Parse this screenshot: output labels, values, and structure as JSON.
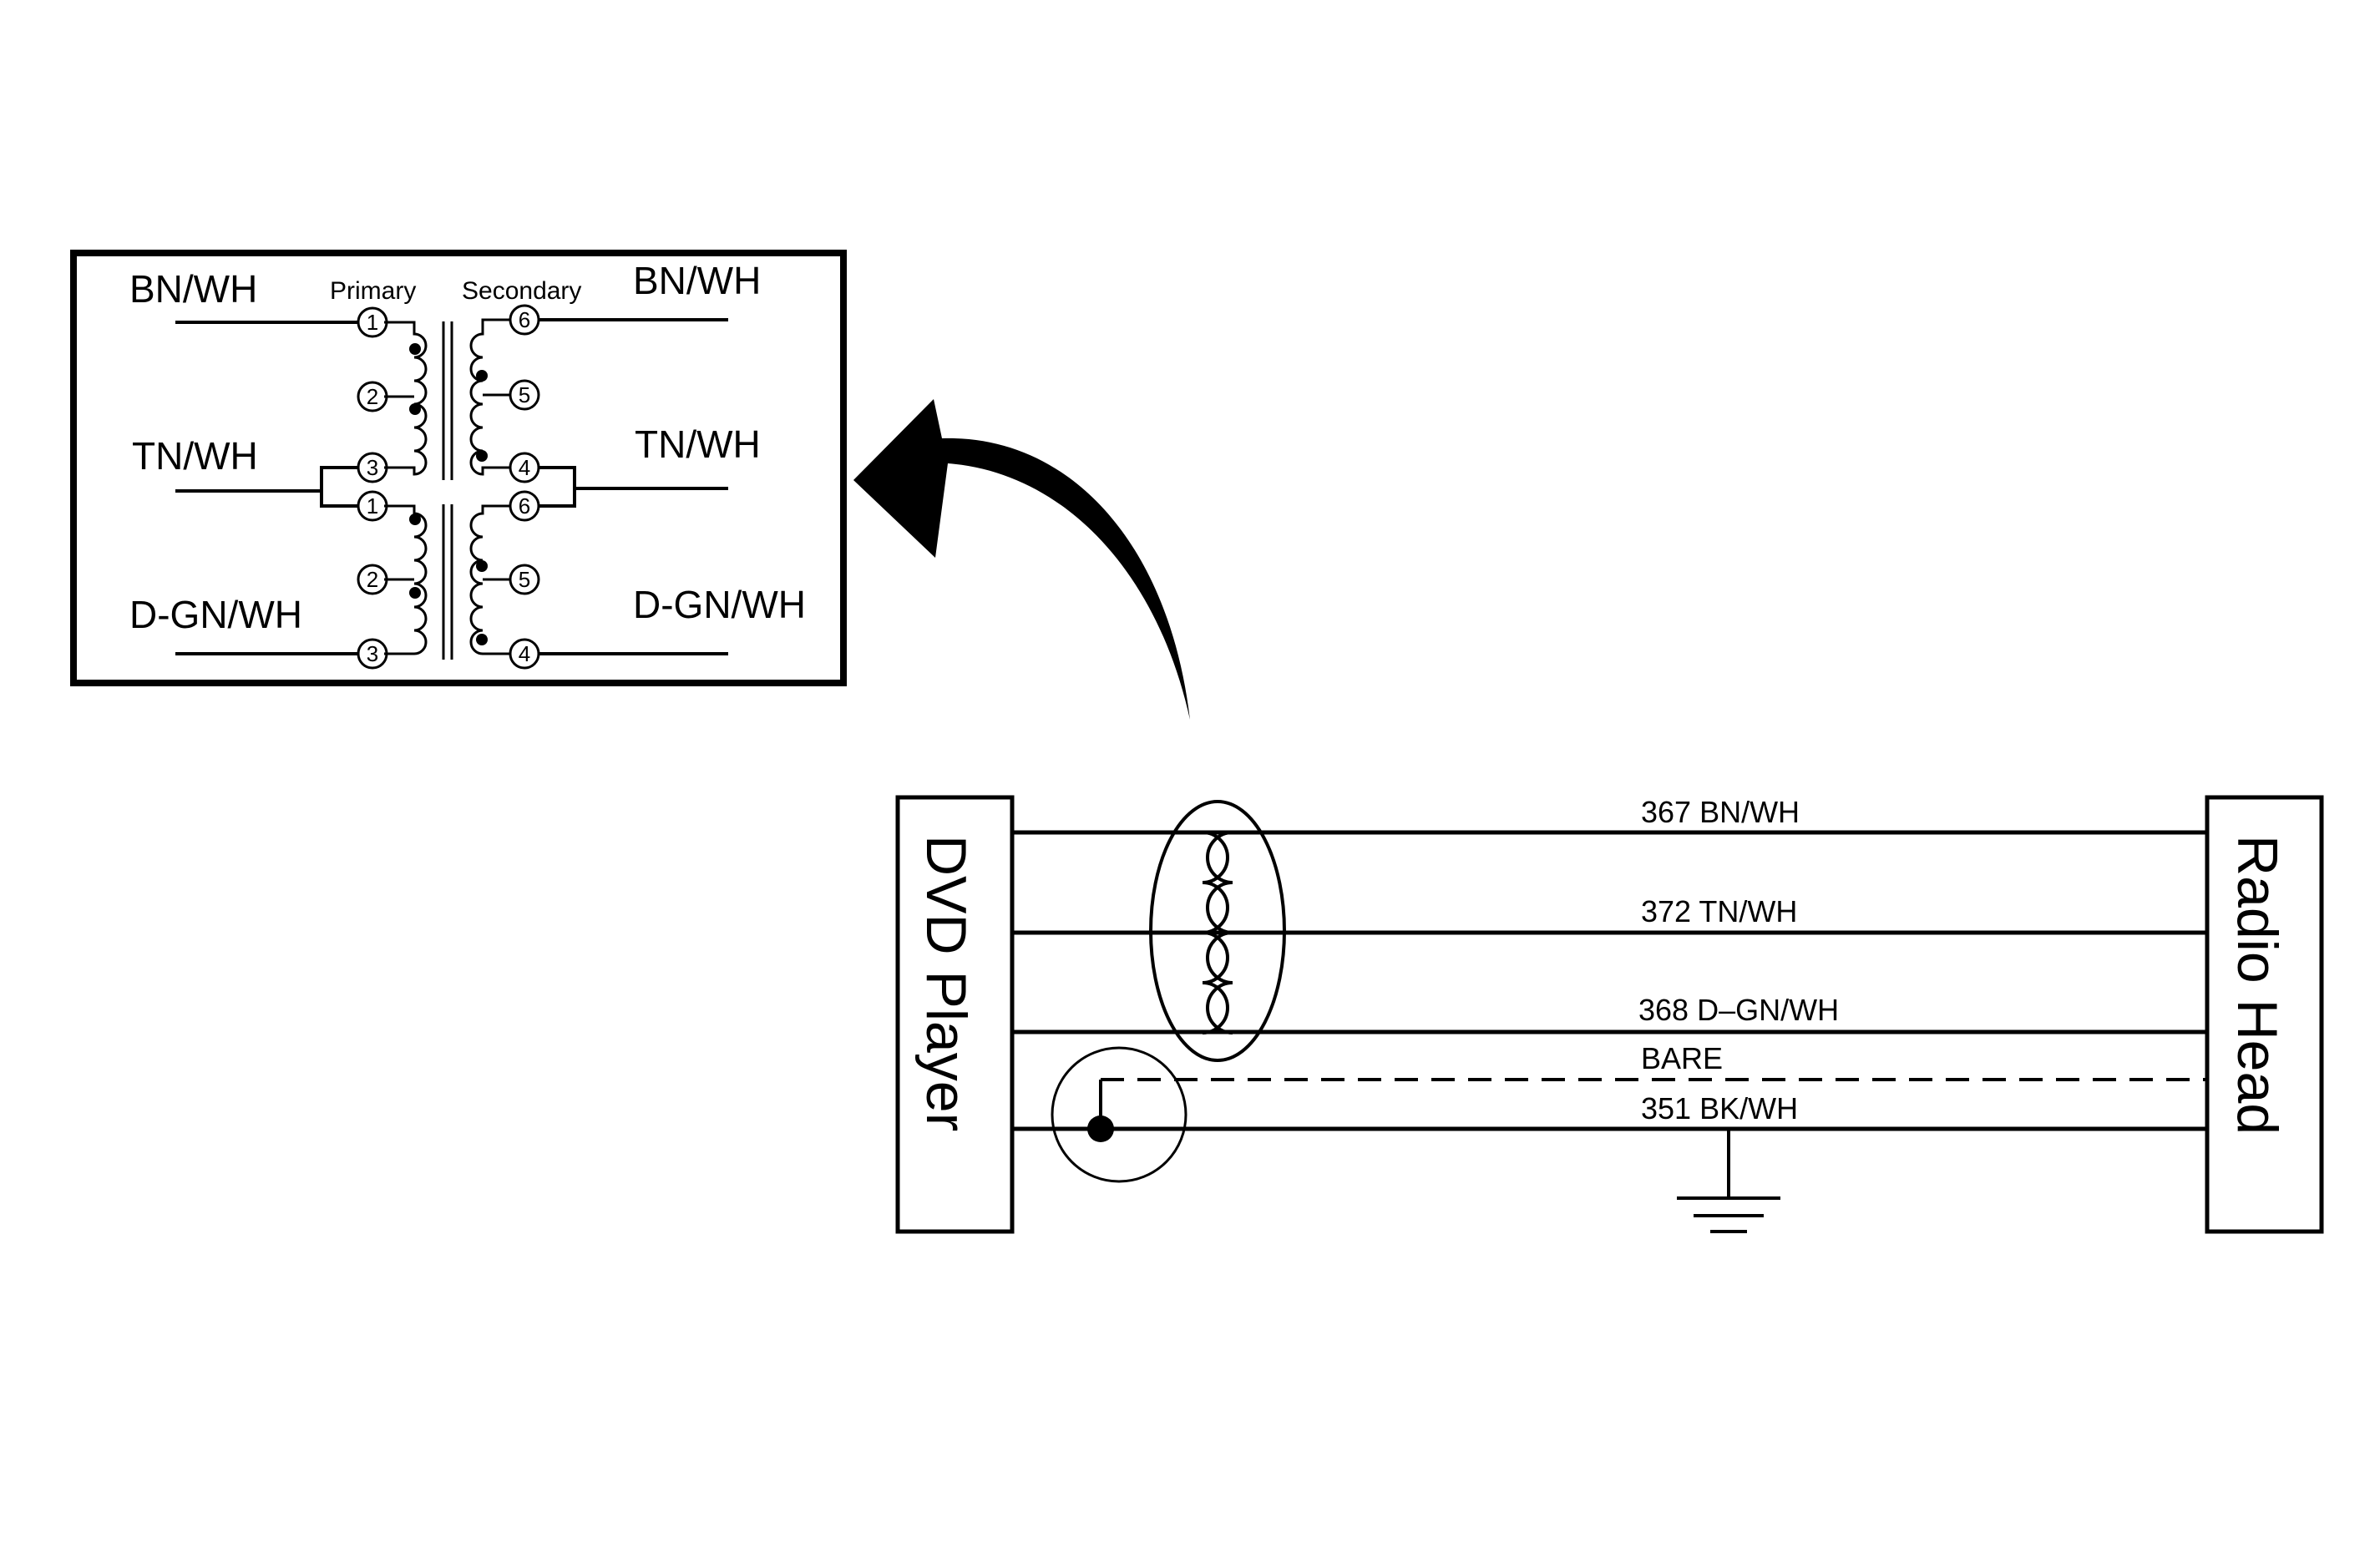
{
  "inset": {
    "primary_label": "Primary",
    "secondary_label": "Secondary",
    "left_wires": [
      "BN/WH",
      "TN/WH",
      "D-GN/WH"
    ],
    "right_wires": [
      "BN/WH",
      "TN/WH",
      "D-GN/WH"
    ],
    "upper_primary_pins": [
      "1",
      "2",
      "3"
    ],
    "upper_secondary_pins": [
      "6",
      "5",
      "4"
    ],
    "lower_primary_pins": [
      "1",
      "2",
      "3"
    ],
    "lower_secondary_pins": [
      "6",
      "5",
      "4"
    ]
  },
  "components": {
    "left": "DVD Player",
    "right": "Radio Head"
  },
  "circuits": [
    {
      "label": "367 BN/WH"
    },
    {
      "label": "372 TN/WH"
    },
    {
      "label": "368 D–GN/WH"
    },
    {
      "label": "BARE"
    },
    {
      "label": "351 BK/WH"
    }
  ]
}
